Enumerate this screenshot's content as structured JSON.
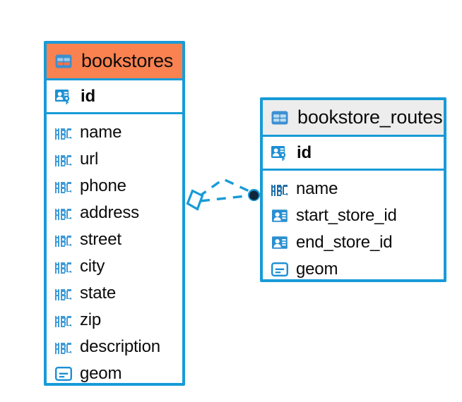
{
  "diagram": {
    "title": "Database ER diagram",
    "background_color": "#ffffff",
    "accent_color": "#189BD7",
    "highlight_color": "#FA8250",
    "header_grey": "#EDEDED"
  },
  "tables": [
    {
      "name": "bookstores",
      "header_style": "orange",
      "table_icon": "table-grid-icon",
      "primary_key": {
        "label": "id",
        "icon": "primary-key-icon"
      },
      "columns": [
        {
          "label": "name",
          "icon": "text-abc-icon"
        },
        {
          "label": "url",
          "icon": "text-abc-icon"
        },
        {
          "label": "phone",
          "icon": "text-abc-icon"
        },
        {
          "label": "address",
          "icon": "text-abc-icon"
        },
        {
          "label": "street",
          "icon": "text-abc-icon"
        },
        {
          "label": "city",
          "icon": "text-abc-icon"
        },
        {
          "label": "state",
          "icon": "text-abc-icon"
        },
        {
          "label": "zip",
          "icon": "text-abc-icon"
        },
        {
          "label": "description",
          "icon": "text-abc-icon"
        },
        {
          "label": "geom",
          "icon": "geometry-icon"
        }
      ]
    },
    {
      "name": "bookstore_routes",
      "header_style": "grey",
      "table_icon": "table-grid-icon",
      "primary_key": {
        "label": "id",
        "icon": "primary-key-icon"
      },
      "columns": [
        {
          "label": "name",
          "icon": "text-abc-icon"
        },
        {
          "label": "start_store_id",
          "icon": "foreign-key-icon"
        },
        {
          "label": "end_store_id",
          "icon": "foreign-key-icon"
        },
        {
          "label": "geom",
          "icon": "geometry-icon"
        }
      ]
    }
  ],
  "relationship": {
    "from_table": "bookstores",
    "to_table": "bookstore_routes",
    "line_style": "dashed",
    "line_color": "#189BD7",
    "source_marker": "diamond-marker",
    "target_marker": "filled-circle-marker",
    "target_marker_color": "#10304a"
  }
}
